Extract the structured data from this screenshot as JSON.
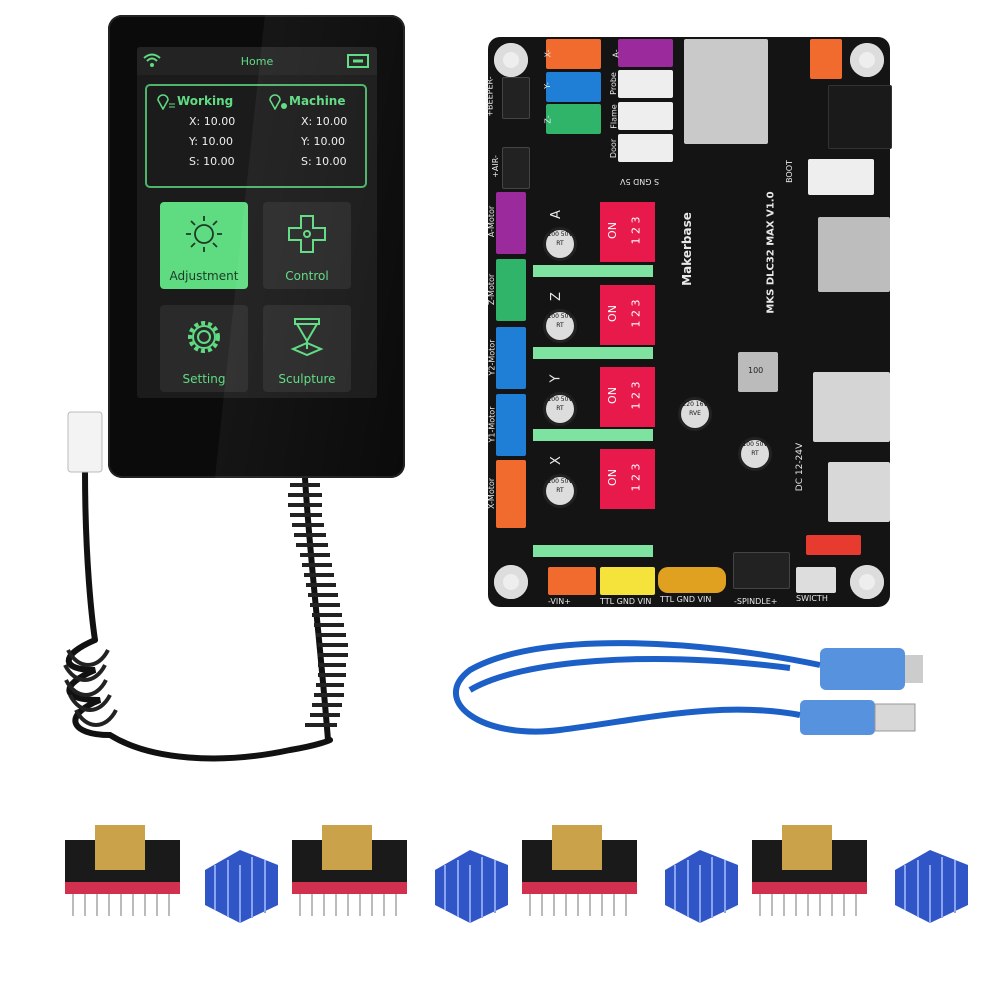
{
  "screen": {
    "title": "Home",
    "icons": {
      "status_left": "wifi-icon",
      "status_right": "link-icon"
    },
    "working": {
      "label": "Working",
      "x": "X: 10.00",
      "y": "Y: 10.00",
      "s": "S: 10.00"
    },
    "machine": {
      "label": "Machine",
      "x": "X: 10.00",
      "y": "Y: 10.00",
      "s": "S: 10.00"
    },
    "tiles": [
      {
        "label": "Adjustment",
        "icon": "sun-icon",
        "active": true
      },
      {
        "label": "Control",
        "icon": "dpad-icon",
        "active": false
      },
      {
        "label": "Setting",
        "icon": "gear-icon",
        "active": false
      },
      {
        "label": "Sculpture",
        "icon": "laser-head-icon",
        "active": false
      }
    ],
    "accent": "#5fdc82"
  },
  "board": {
    "brand": "Makerbase",
    "model": "MKS DLC32 MAX V1.0",
    "labels": {
      "x_minus": "X-",
      "y_minus": "Y-",
      "z_minus": "Z-",
      "a_minus": "A-",
      "beeper": "+BEEPER-",
      "air": "+AIR-",
      "probe": "Probe",
      "flame": "Flame",
      "door": "Door",
      "sgnd5v": "S GND 5V",
      "a_motor": "A-Motor",
      "z_motor": "Z-Motor",
      "y2_motor": "Y2-Motor",
      "y1_motor": "Y1-Motor",
      "x_motor": "X-Motor",
      "axis_a": "A",
      "axis_z": "Z",
      "axis_y": "Y",
      "axis_x": "X",
      "dip_on": "ON",
      "dip_nums": "1 2 3",
      "boot": "BOOT",
      "dc": "DC 12-24V",
      "inductor": "100",
      "cap100": "100 50V RT",
      "cap220": "220 16V RVE",
      "vin": "-VIN+",
      "ttl1": "TTL GND VIN",
      "ttl2": "TTL GND VIN",
      "spindle": "-SPINDLE+",
      "switch": "SWICTH"
    },
    "connector_colors": {
      "orange": "#f26b2e",
      "blue": "#1f7fd6",
      "green": "#2fb46a",
      "purple": "#9b2a9c",
      "white": "#eeeeee",
      "yellow": "#f5e23a",
      "red_dip": "#e8194b"
    }
  }
}
